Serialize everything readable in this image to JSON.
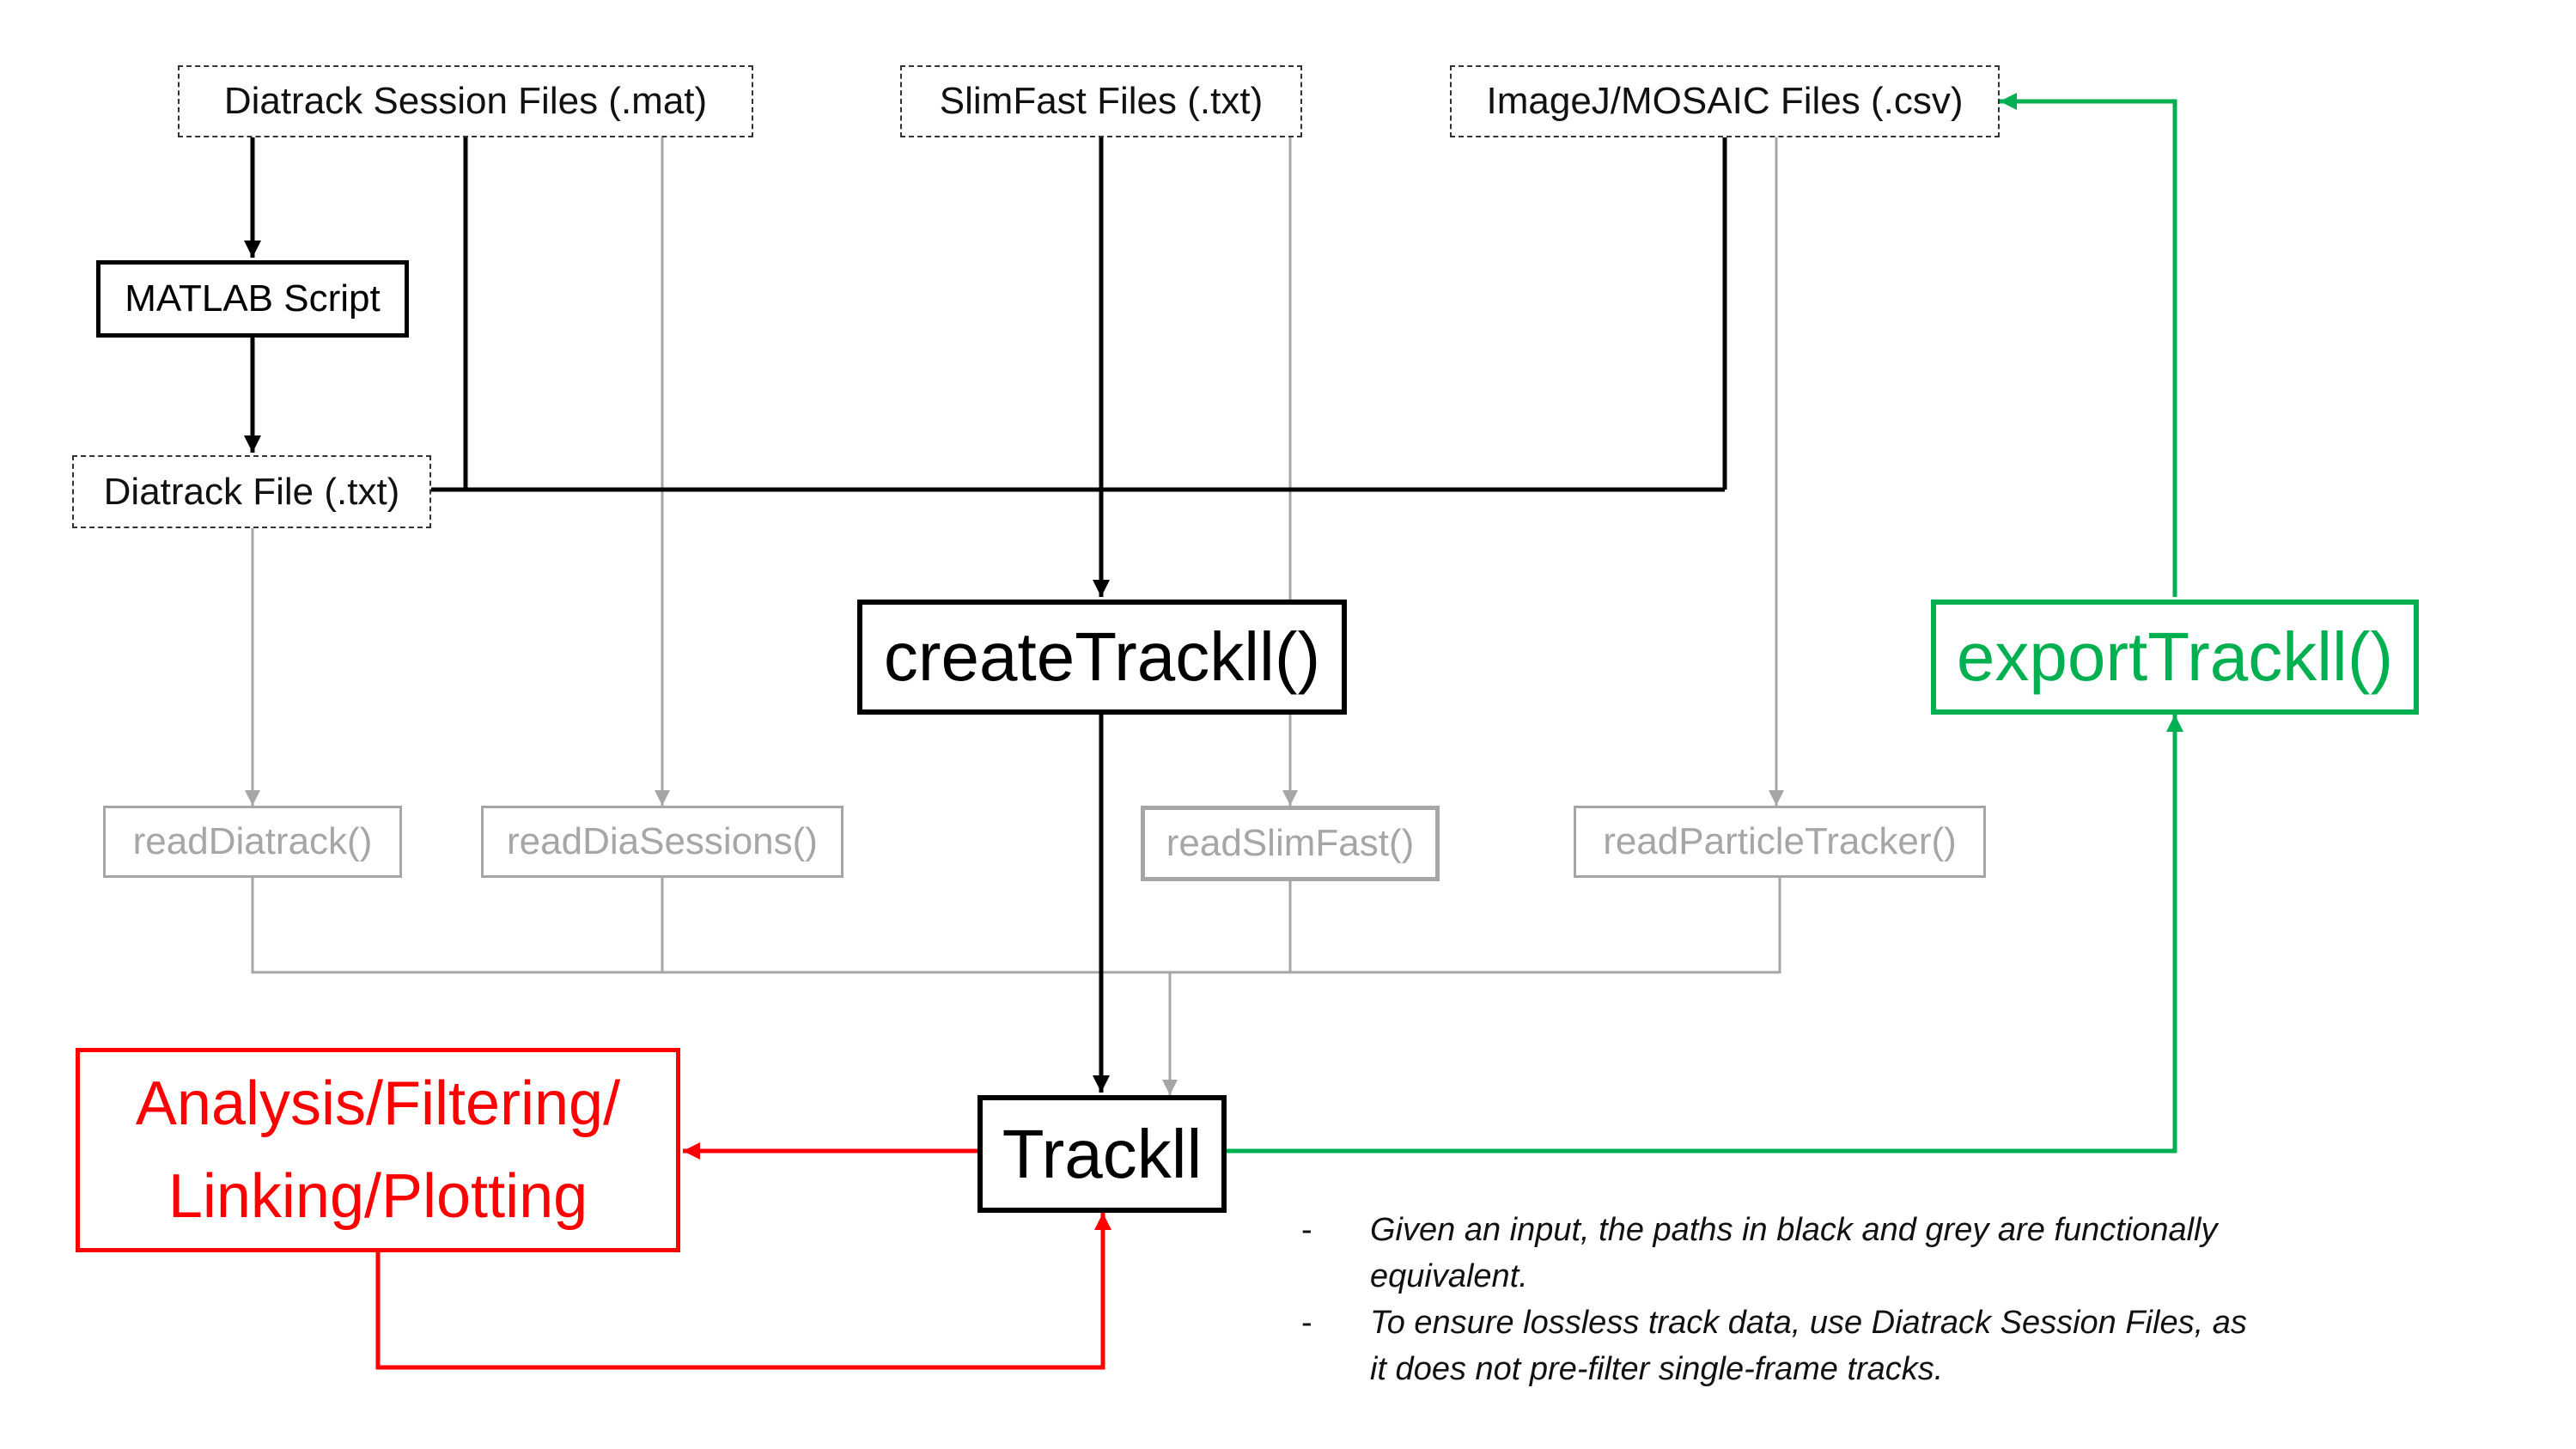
{
  "colors": {
    "black_path": "#000000",
    "grey_path": "#a6a6a6",
    "export_path": "#00b050",
    "analysis_path": "#ff0000"
  },
  "inputs": {
    "diatrack_session": "Diatrack Session Files (.mat)",
    "slimfast": "SlimFast Files (.txt)",
    "imagej": "ImageJ/MOSAIC Files (.csv)",
    "diatrack_txt": "Diatrack File (.txt)"
  },
  "script": {
    "matlab": "MATLAB Script"
  },
  "functions": {
    "create": "createTrackll()",
    "export": "exportTrackll()",
    "trackll": "Trackll"
  },
  "readers": {
    "read_diatrack": "readDiatrack()",
    "read_dia_sessions": "readDiaSessions()",
    "read_slimfast": "readSlimFast()",
    "read_particle_tracker": "readParticleTracker()"
  },
  "analysis": {
    "line1": "Analysis/Filtering/",
    "line2": "Linking/Plotting"
  },
  "notes": {
    "bullet": "-",
    "note1": "Given an input, the paths in black and grey are functionally equivalent.",
    "note2": "To ensure lossless track data, use Diatrack Session Files, as it does not pre-filter single-frame tracks."
  }
}
